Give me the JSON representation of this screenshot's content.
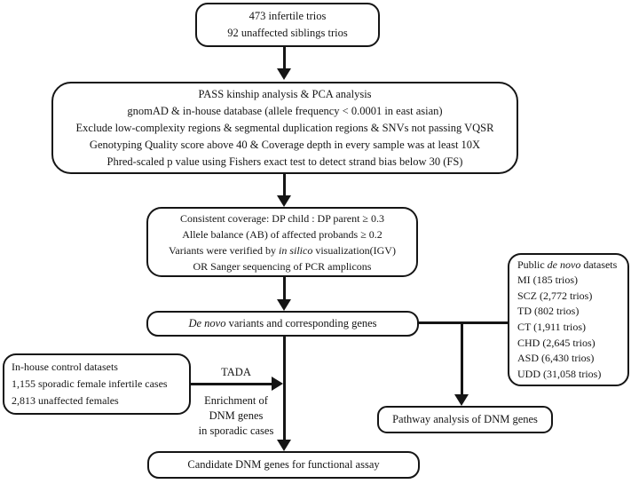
{
  "colors": {
    "ink": "#151515",
    "background": "#ffffff"
  },
  "flowchart": {
    "cohort_box": {
      "line1": "473 infertile trios",
      "line2": "92 unaffected siblings trios"
    },
    "qc_box": {
      "line1": "PASS kinship analysis &  PCA analysis",
      "line2": "gnomAD & in-house database (allele frequency < 0.0001 in east asian)",
      "line3": "Exclude low-complexity regions & segmental duplication regions & SNVs not passing VQSR",
      "line4": "Genotyping Quality score above 40 & Coverage depth in every sample was at least 10X",
      "line5": "Phred-scaled p value using Fishers exact test to detect strand bias below 30 (FS)"
    },
    "coverage_box": {
      "line1": "Consistent coverage: DP child : DP parent ≥ 0.3",
      "line2": "Allele balance (AB) of affected probands ≥ 0.2",
      "line3_prefix": "Variants were verified by ",
      "line3_italic": "in silico",
      "line3_suffix": " visualization(IGV)",
      "line4": "OR Sanger sequencing of PCR amplicons"
    },
    "denovo_box": {
      "italic": "De novo",
      "rest": " variants and corresponding genes"
    },
    "public_datasets_box": {
      "title_prefix": "Public ",
      "title_italic": "de novo",
      "title_suffix": " datasets",
      "items": [
        "MI (185 trios)",
        "SCZ (2,772 trios)",
        "TD (802 trios)",
        "CT (1,911 trios)",
        "CHD (2,645 trios)",
        "ASD (6,430 trios)",
        "UDD (31,058 trios)"
      ]
    },
    "inhouse_box": {
      "line1": "In-house control datasets",
      "line2": "1,155 sporadic female infertile cases",
      "line3": "2,813 unaffected females"
    },
    "tada_arrow": {
      "label": "TADA",
      "caption_line1": "Enrichment of",
      "caption_line2": "DNM genes",
      "caption_line3": "in sporadic cases"
    },
    "candidate_box": {
      "text": "Candidate DNM genes for functional assay"
    },
    "pathway_box": {
      "text": "Pathway analysis of DNM genes"
    }
  }
}
